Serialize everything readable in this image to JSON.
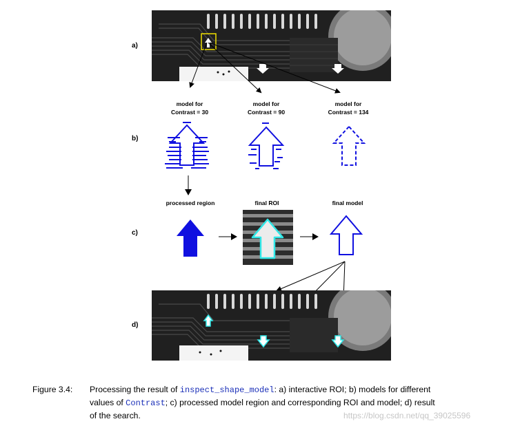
{
  "rows": {
    "a": "a)",
    "b": "b)",
    "c": "c)",
    "d": "d)"
  },
  "models": [
    {
      "line1": "model for",
      "line2": "Contrast = 30"
    },
    {
      "line1": "model for",
      "line2": "Contrast = 90"
    },
    {
      "line1": "model for",
      "line2": "Contrast = 134"
    }
  ],
  "stages": {
    "processed_region": "processed region",
    "final_roi": "final ROI",
    "final_model": "final model"
  },
  "caption": {
    "label": "Figure 3.4:",
    "t1": "Processing the result of",
    "op": "inspect_shape_model",
    "t2": ": a) interactive ROI; b) models for different",
    "t3": "values of",
    "param": "Contrast",
    "t4": "; c) processed model region and corresponding ROI and model; d) result",
    "t5": "of the search."
  },
  "watermark": "https://blog.csdn.net/qq_39025596",
  "colors": {
    "model_blue": "#1010e0",
    "roi_cyan": "#30e8e8",
    "roi_box": "#f0e000"
  }
}
